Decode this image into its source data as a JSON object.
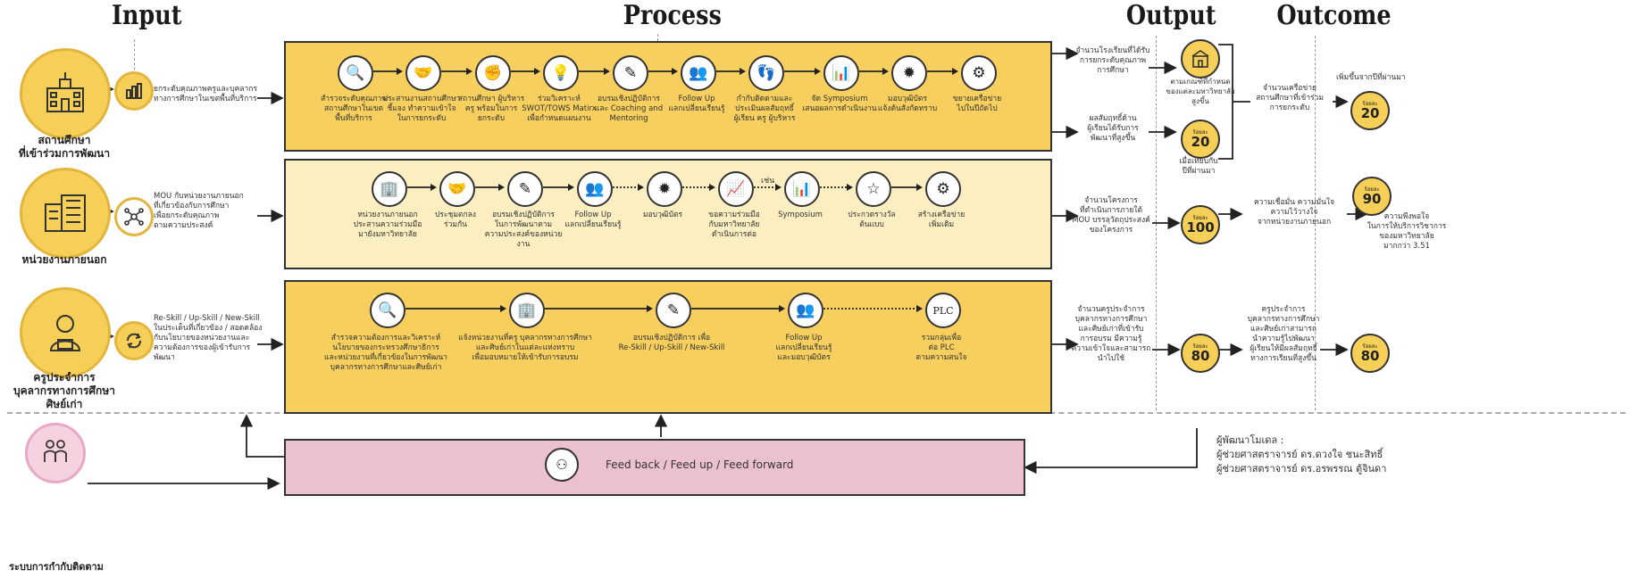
{
  "headers": {
    "input": "Input",
    "process": "Process",
    "output": "Output",
    "outcome": "Outcome"
  },
  "inputs": [
    {
      "icon": "school-icon",
      "label": "สถานศึกษา\nที่เข้าร่วมการพัฒนา",
      "sub_icon": "bar-chart-icon",
      "desc": "ยกระดับคุณภาพครูและบุคลากร\nทางการศึกษาในเขตพื้นที่บริการ"
    },
    {
      "icon": "building-icon",
      "label": "หน่วยงานภายนอก",
      "sub_icon": "network-people-icon",
      "desc": "MOU กับหน่วยงานภายนอก\nที่เกี่ยวข้องกับการศึกษา\nเพื่อยกระดับคุณภาพ\nตามความประสงค์"
    },
    {
      "icon": "teacher-icon",
      "label": "ครูประจำการ\nบุคลากรทางการศึกษา\nศิษย์เก่า",
      "sub_icon": "refresh-icon",
      "desc": "Re-Skill / Up-Skill / New-Skill\nในประเด็นที่เกี่ยวข้อง / สอดคล้อง\nกับนโยบายของหน่วยงานและ\nความต้องการของผู้เข้ารับการพัฒนา"
    }
  ],
  "monitor": {
    "icon": "monitor-people-icon",
    "label": "ระบบการกำกับติดตาม"
  },
  "row1": [
    {
      "glyph": "🔍",
      "icon": "search-icon",
      "cap": "สำรวจระดับคุณภาพ\nสถานศึกษาในเขต\nพื้นที่บริการ"
    },
    {
      "glyph": "🤝",
      "icon": "handshake-icon",
      "cap": "ประสานงานสถานศึกษา\nชี้แจง ทำความเข้าใจ\nในการยกระดับ"
    },
    {
      "glyph": "✊",
      "icon": "fist-icon",
      "cap": "สถานศึกษา ผู้บริหาร\nครู พร้อมในการ\nยกระดับ"
    },
    {
      "glyph": "💡",
      "icon": "lightbulb-icon",
      "cap": "ร่วมวิเคราะห์\nSWOT/TOWS Matirx\nเพื่อกำหนดแผนงาน"
    },
    {
      "glyph": "✎",
      "icon": "pen-icon",
      "cap": "อบรมเชิงปฏิบัติการ\nและ Coaching and\nMentoring"
    },
    {
      "glyph": "👥",
      "icon": "exchange-icon",
      "cap": "Follow Up\nแลกเปลี่ยนเรียนรู้"
    },
    {
      "glyph": "👣",
      "icon": "monitoring-icon",
      "cap": "กำกับติดตามและ\nประเมินผลสัมฤทธิ์\nผู้เรียน ครู ผู้บริหาร"
    },
    {
      "glyph": "📊",
      "icon": "presentation-icon",
      "cap": "จัด Symposium\nเสนอผลการดำเนินงาน"
    },
    {
      "glyph": "✹",
      "icon": "badge-icon",
      "cap": "มอบวุฒิบัตร\nแจ้งต้นสังกัดทราบ"
    },
    {
      "glyph": "⚙",
      "icon": "network-icon",
      "cap": "ขยายเครือข่าย\nไปในปีถัดไป"
    }
  ],
  "row2": [
    {
      "glyph": "🏢",
      "icon": "building-icon",
      "cap": "หน่วยงานภายนอก\nประสานความร่วมมือ\nมายังมหาวิทยาลัย"
    },
    {
      "glyph": "🤝",
      "icon": "handshake-icon",
      "cap": "ประชุมตกลง\nร่วมกัน"
    },
    {
      "glyph": "✎",
      "icon": "pen-icon",
      "cap": "อบรมเชิงปฏิบัติการ\nในการพัฒนาตาม\nความประสงค์ของหน่วยงาน"
    },
    {
      "glyph": "👥",
      "icon": "exchange-icon",
      "cap": "Follow Up\nแลกเปลี่ยนเรียนรู้"
    },
    {
      "glyph": "✹",
      "icon": "badge-icon",
      "cap": "มอบวุฒิบัตร"
    },
    {
      "glyph": "📈",
      "icon": "growth-icon",
      "cap": "ขอความร่วมมือ\nกับมหาวิทยาลัย\nดำเนินการต่อ"
    },
    {
      "glyph": "📊",
      "icon": "presentation-icon",
      "cap": "Symposium"
    },
    {
      "glyph": "☆",
      "icon": "star-icon",
      "cap": "ประกวดรางวัล\nต้นแบบ"
    },
    {
      "glyph": "⚙",
      "icon": "network-icon",
      "cap": "สร้างเครือข่าย\nเพิ่มเติม"
    }
  ],
  "row2_tag": "เช่น",
  "row3": [
    {
      "glyph": "🔍",
      "icon": "search-icon",
      "cap": "สำรวจความต้องการและวิเคราะห์\nนโยบายของกระทรวงศึกษาธิการ\nและหน่วยงานที่เกี่ยวข้องในการพัฒนา\nบุคลากรทางการศึกษาและศิษย์เก่า"
    },
    {
      "glyph": "🏢",
      "icon": "building-icon",
      "cap": "แจ้งหน่วยงานที่ครู บุคลากรทางการศึกษา\nและศิษย์เก่าในแต่ละแห่งทราบ\nเพื่อมอบหมายให้เข้ารับการอบรม"
    },
    {
      "glyph": "✎",
      "icon": "pen-icon",
      "cap": "อบรมเชิงปฏิบัติการ เพื่อ\nRe-Skill / Up-Skill / New-Skill"
    },
    {
      "glyph": "👥",
      "icon": "exchange-icon",
      "cap": "Follow Up\nแลกเปลี่ยนเรียนรู้\nและมอบวุฒิบัตร"
    },
    {
      "glyph": "PLC",
      "icon": "plc-icon",
      "cap": "รวมกลุ่มเพื่อ\nต่อ PLC\nตามความสนใจ"
    }
  ],
  "feedback": {
    "icon": "feedback-people-icon",
    "label": "Feed back / Feed up / Feed forward"
  },
  "output": {
    "r1_text1": "จำนวนโรงเรียนที่ได้รับ\nการยกระดับคุณภาพ\nการศึกษา",
    "r1_icon": "school-badge-icon",
    "r1_text2": "ตามเกณฑ์ที่กำหนด\nของแต่ละมหาวิทยาลัย\nสูงขึ้น",
    "r1_text3": "ผลสัมฤทธิ์ด้าน\nผู้เรียนได้รับการ\nพัฒนาที่สูงขึ้น",
    "r1_metric_k": "ร้อยละ",
    "r1_metric_v": "20",
    "r1_text4": "เมื่อเทียบกับ\nปีที่ผ่านมา",
    "r2_text": "จำนวนโครงการ\nที่ดำเนินการภายใต้\nMOU บรรลุวัตถุประสงค์\nของโครงการ",
    "r2_metric_k": "ร้อยละ",
    "r2_metric_v": "100",
    "r3_text": "จำนวนครูประจำการ\nบุคลากรทางการศึกษา\nและศิษย์เก่าที่เข้ารับ\nการอบรม มีความรู้\nความเข้าใจและสามารถ\nนำไปใช้",
    "r3_metric_k": "ร้อยละ",
    "r3_metric_v": "80"
  },
  "outcome": {
    "r1_text": "จำนวนเครือข่าย\nสถานศึกษาที่เข้าร่วม\nการยกระดับ",
    "r1_top": "เพิ่มขึ้นจากปีที่ผ่านมา",
    "r1_metric_k": "ร้อยละ",
    "r1_metric_v": "20",
    "r2_text": "ความเชื่อมั่น ความมั่นใจ\nความไว้วางใจ\nจากหน่วยงานภายนอก",
    "r2_metric_k": "ร้อยละ",
    "r2_metric_v": "90",
    "r2_right": "ความพึงพอใจ\nในการให้บริการวิชาการ\nของมหาวิทยาลัย\nมากกว่า 3.51",
    "r3_text": "ครูประจำการ\nบุคลากรทางการศึกษา\nและศิษย์เก่าสามารถ\nนำความรู้ไปพัฒนา\nผู้เรียนให้มีผลสัมฤทธิ์\nทางการเรียนที่สูงขึ้น",
    "r3_metric_k": "ร้อยละ",
    "r3_metric_v": "80"
  },
  "developer": "ผู้พัฒนาโมเดล :\nผู้ช่วยศาสตราจารย์ ดร.ดวงใจ ชนะสิทธิ์\nผู้ช่วยศาสตราจารย์ ดร.อรพรรณ ตู้จินดา"
}
